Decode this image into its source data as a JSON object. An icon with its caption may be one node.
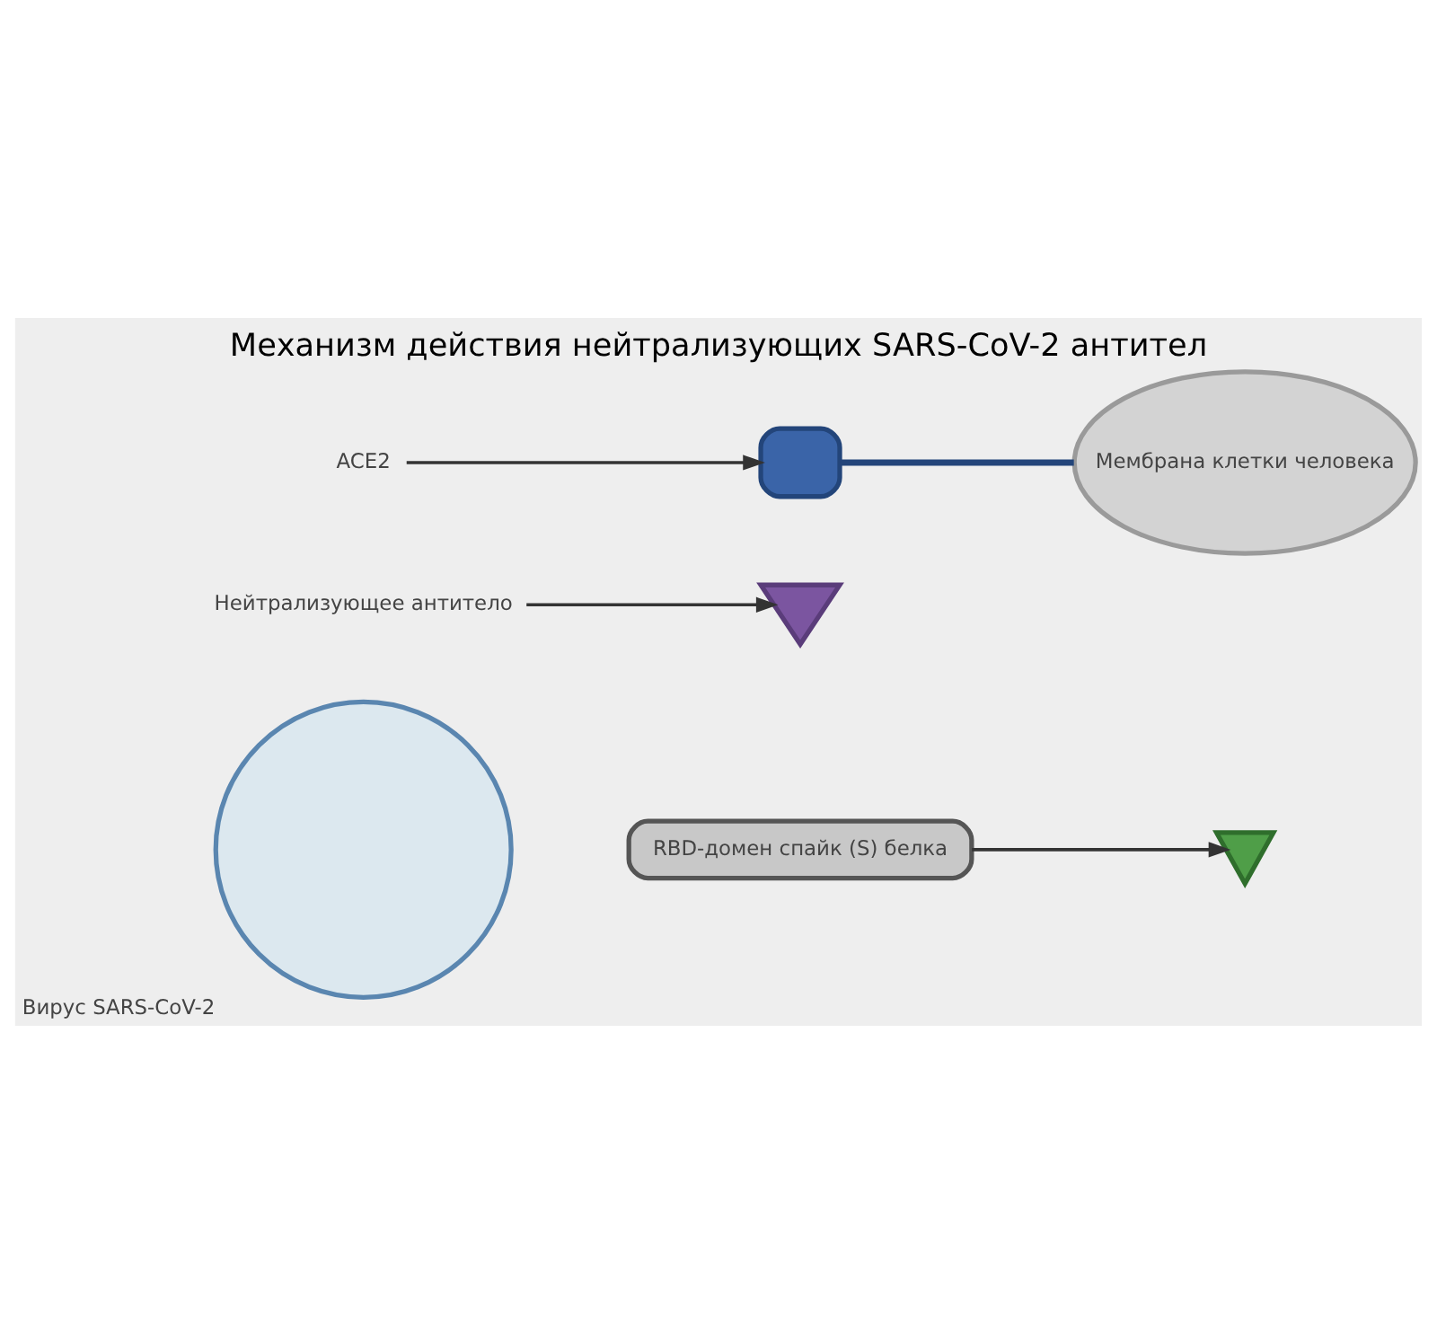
{
  "diagram": {
    "title": "Механизм действия нейтрализующих SARS-CoV-2 антител",
    "nodes": [
      {
        "text": [],
        "shape": "circle",
        "beside": [
          "Вирус SARS-CoV-2"
        ]
      },
      {
        "text": [
          "RBD-домен спайк (S) белка"
        ]
      },
      {
        "text": [],
        "shape": "picture"
      },
      {
        "text": [
          "Нейтрализующее антитело"
        ]
      },
      {
        "text": [],
        "shape": "picture"
      },
      {
        "text": [
          "ACE2"
        ]
      },
      {
        "text": [],
        "shape": "box"
      },
      {
        "text": [
          "Мембрана клетки человека"
        ]
      }
    ],
    "edges": [
      {
        "from": 1,
        "to": 2,
        "arrow": "to"
      },
      {
        "from": 3,
        "to": 4,
        "arrow": "to"
      },
      {
        "from": 5,
        "to": 6,
        "arrow": "to"
      },
      {
        "from": 6,
        "to": 7,
        "arrow": "none",
        "style": "thick",
        "color": "#23457a"
      }
    ]
  }
}
